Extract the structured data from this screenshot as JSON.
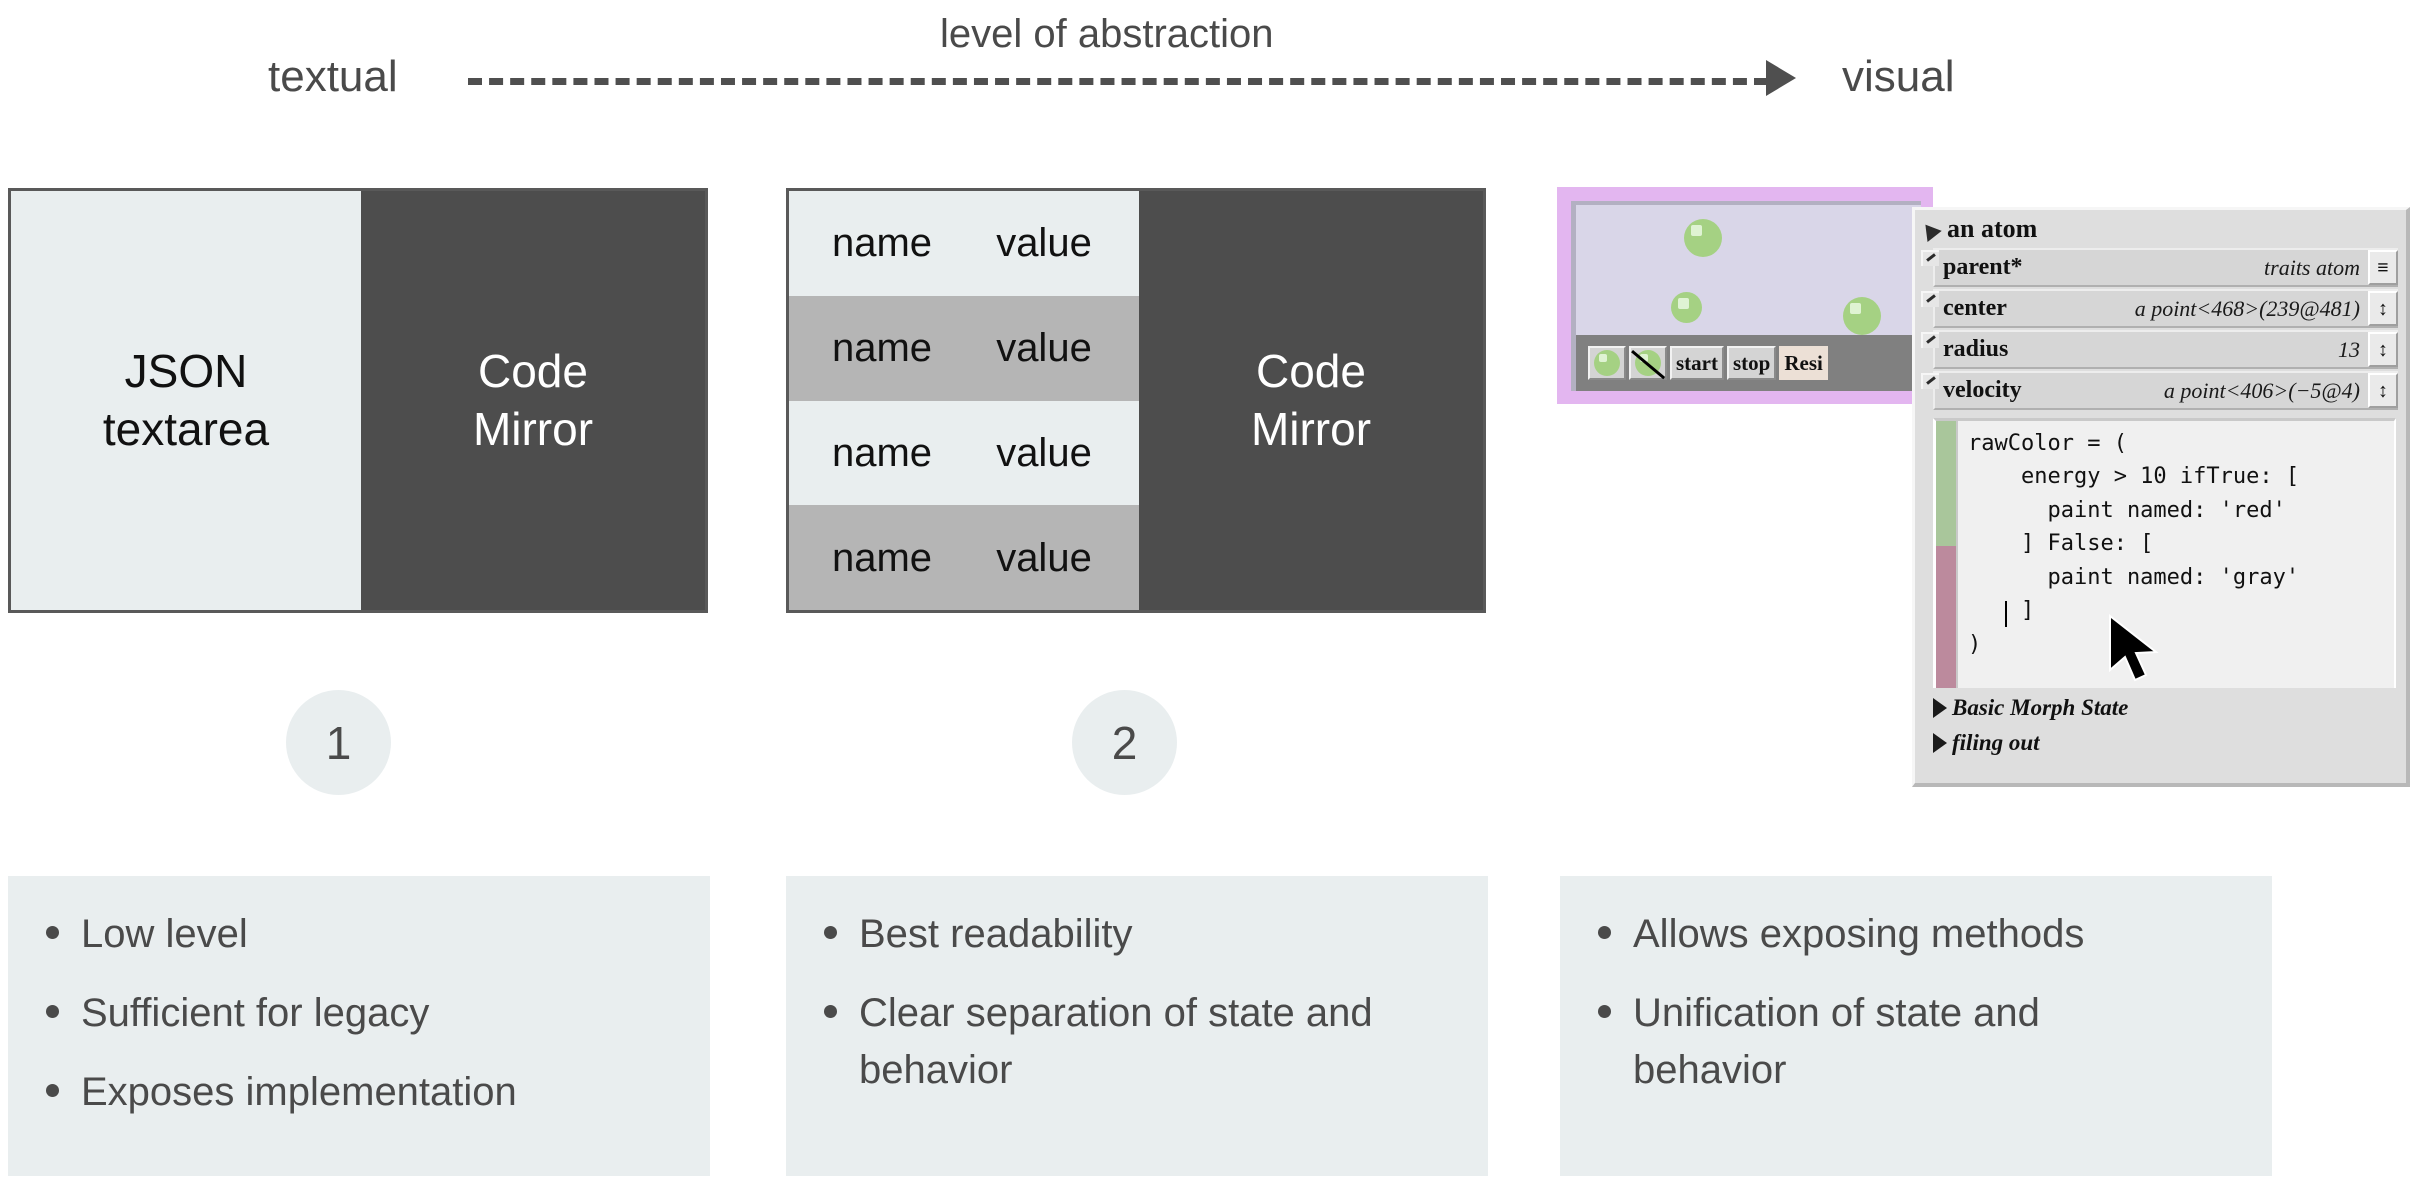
{
  "axis": {
    "title": "level of abstraction",
    "left_label": "textual",
    "right_label": "visual"
  },
  "panels": [
    {
      "id": "panel-1",
      "left_pane_label": "JSON\ntextarea",
      "right_pane_label": "Code\nMirror"
    },
    {
      "id": "panel-2",
      "table": {
        "rows": [
          {
            "name": "name",
            "value": "value"
          },
          {
            "name": "name",
            "value": "value"
          },
          {
            "name": "name",
            "value": "value"
          },
          {
            "name": "name",
            "value": "value"
          }
        ]
      },
      "right_pane_label": "Code\nMirror"
    }
  ],
  "panel_1": {
    "left_pane_line_1": "JSON",
    "left_pane_line_2": "textarea",
    "right_pane_line_1": "Code",
    "right_pane_line_2": "Mirror"
  },
  "panel_2": {
    "right_pane_line_1": "Code",
    "right_pane_line_2": "Mirror"
  },
  "morphic": {
    "toolbar": {
      "start_label": "start",
      "stop_label": "stop",
      "resize_label": "Resi"
    }
  },
  "inspector": {
    "title": "an atom",
    "rows": [
      {
        "key": "parent*",
        "value": "traits atom",
        "handle": "≡"
      },
      {
        "key": "center",
        "value": "a point<468>(239@481)",
        "handle": "↕"
      },
      {
        "key": "radius",
        "value": "13",
        "handle": "↕"
      },
      {
        "key": "velocity",
        "value": "a point<406>(−5@4)",
        "handle": "↕"
      }
    ],
    "code": "rawColor = (\n    energy > 10 ifTrue: [\n      paint named: 'red'\n    ] False: [\n      paint named: 'gray'\n    ]\n)",
    "expanders": [
      {
        "label": "Basic Morph State"
      },
      {
        "label": "filing out"
      }
    ]
  },
  "steps": [
    {
      "number": "1"
    },
    {
      "number": "2"
    }
  ],
  "bullet_boxes": [
    {
      "items": [
        "Low level",
        "Sufficient for legacy",
        "Exposes implementation"
      ]
    },
    {
      "items": [
        "Best readability",
        "Clear separation of state and behavior"
      ]
    },
    {
      "items": [
        "Allows exposing methods",
        "Unification of state and behavior"
      ]
    }
  ],
  "colors": {
    "light_pane": "#e9eeef",
    "dark_pane": "#4d4d4d",
    "text_gray": "#4a4a4a",
    "morph_frame_purple": "#e3b6f0",
    "morph_world": "#d9d6e8",
    "atom_green": "#a5d183"
  }
}
